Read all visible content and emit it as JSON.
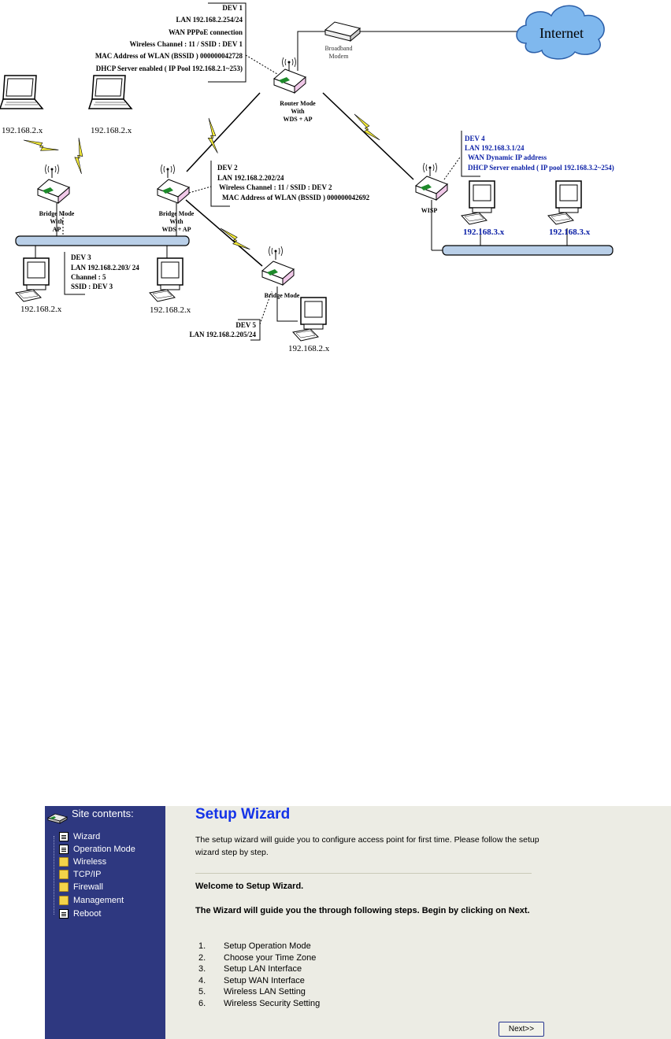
{
  "diagram": {
    "internet_label": "Internet",
    "modem_label": [
      "Broadband",
      "Modem"
    ],
    "dev1": {
      "lines": [
        "DEV 1",
        "LAN 192.168.2.254/24",
        "WAN PPPoE connection",
        "Wireless Channel  : 11 / SSID :  DEV 1",
        "MAC Address of WLAN  (BSSID )   000000042728",
        "DHCP Server enabled  ( IP Pool  192.168.2.1~253)"
      ],
      "mode": [
        "Router Mode",
        "With",
        "WDS  + AP"
      ]
    },
    "dev2": {
      "lines": [
        "DEV 2",
        "LAN  192.168.2.202/24",
        "Wireless Channel  : 11 / SSID :  DEV 2",
        "MAC Address of WLAN   (BSSID )   000000042692"
      ],
      "mode": [
        "Bridge Mode",
        "With",
        "WDS  + AP"
      ]
    },
    "dev3": {
      "lines": [
        "DEV 3",
        "LAN 192.168.2.203/ 24",
        "Channel : 5",
        "SSID :  DEV 3"
      ],
      "mode": [
        "Bridge Mode",
        "With",
        "AP"
      ]
    },
    "dev4": {
      "lines": [
        "DEV 4",
        "LAN 192.168.3.1/24",
        "WAN Dynamic IP address",
        "DHCP Server enabled  ( IP pool 192.168.3.2~254)"
      ],
      "mode": [
        "WISP"
      ]
    },
    "dev5": {
      "lines": [
        "DEV 5",
        "LAN 192.168.2.205/24"
      ],
      "mode": [
        "Bridge Mode"
      ]
    },
    "client_ips": {
      "laptop_left": "192.168.2.x",
      "laptop_right": "192.168.2.x",
      "pc_dev3_left": "192.168.2.x",
      "pc_dev3_right": "192.168.2.x",
      "pc_dev5": "192.168.2.x",
      "pc_wisp_left": "192.168.3.x",
      "pc_wisp_right": "192.168.3.x"
    }
  },
  "wizard": {
    "sidebar": {
      "title": "Site contents:",
      "items": [
        {
          "label": "Wizard",
          "icon": "page-icon"
        },
        {
          "label": "Operation Mode",
          "icon": "page-icon"
        },
        {
          "label": "Wireless",
          "icon": "folder-icon"
        },
        {
          "label": "TCP/IP",
          "icon": "folder-icon"
        },
        {
          "label": "Firewall",
          "icon": "folder-icon"
        },
        {
          "label": "Management",
          "icon": "folder-icon"
        },
        {
          "label": "Reboot",
          "icon": "page-icon"
        }
      ]
    },
    "title": "Setup Wizard",
    "intro": "The setup wizard will guide you to configure access point for first time. Please follow the setup wizard step by step.",
    "welcome": "Welcome to Setup Wizard.",
    "guide": "The Wizard will guide you the through following steps. Begin by clicking on Next.",
    "steps": [
      {
        "num": "1.",
        "label": "Setup Operation Mode"
      },
      {
        "num": "2.",
        "label": "Choose your Time Zone"
      },
      {
        "num": "3.",
        "label": "Setup LAN Interface"
      },
      {
        "num": "4.",
        "label": "Setup WAN Interface"
      },
      {
        "num": "5.",
        "label": "Wireless LAN Setting"
      },
      {
        "num": "6.",
        "label": "Wireless Security Setting"
      }
    ],
    "next_label": "Next>>"
  }
}
